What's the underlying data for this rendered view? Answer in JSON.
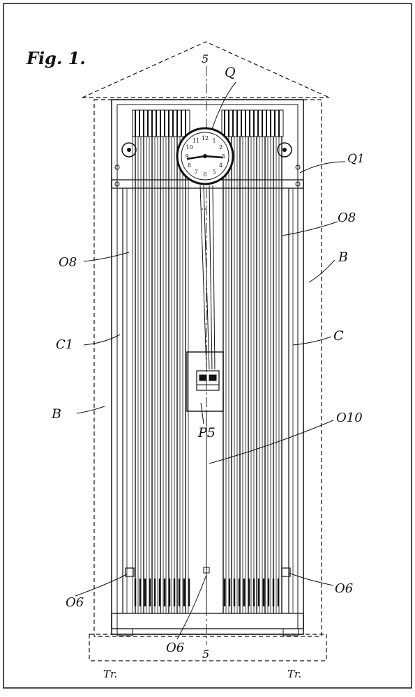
{
  "figure": {
    "title": "Fig. 1."
  },
  "section_marks": {
    "top": "5",
    "bottom": "5"
  },
  "labels": {
    "clock": "Q",
    "bracket": "Q1",
    "upper_right_tube": "O8",
    "left_tube": "O8",
    "case_right": "B",
    "case_left": "B",
    "frame_left": "C1",
    "frame_right": "C",
    "weight": "P5",
    "rod": "O10",
    "foot_left": "O6",
    "foot_right": "O6",
    "foot_center": "O6"
  },
  "clock_dial": {
    "numerals": [
      "12",
      "1",
      "2",
      "3",
      "4",
      "5",
      "6",
      "7",
      "8",
      "9",
      "10",
      "11"
    ]
  },
  "footer_marks": {
    "left": "Tr.",
    "right": "Tr."
  }
}
